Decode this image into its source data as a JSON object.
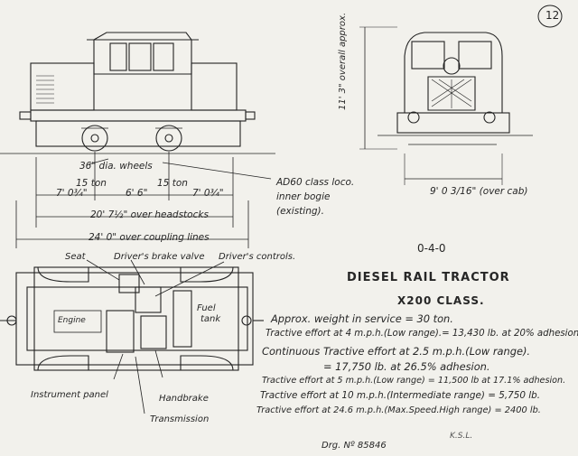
{
  "sheet": {
    "page_number": "12",
    "drawing_number": "Drg. Nº 85846",
    "signature": "K.S.L."
  },
  "side_view": {
    "wheels_label": "36\" dia. wheels",
    "axle_loads": [
      "15 ton",
      "15 ton"
    ],
    "dims": [
      "7' 0¾\"",
      "6' 6\"",
      "7' 0¾\""
    ],
    "over_headstocks": "20' 7½\" over headstocks",
    "over_coupling_lines": "24' 0\" over coupling lines",
    "bogie_note": [
      "AD60 class loco.",
      "inner bogie",
      "(existing)."
    ]
  },
  "end_view": {
    "height": "11' 3\" overall approx.",
    "over_cab": "9' 0 3/16\" (over cab)"
  },
  "plan_view": {
    "labels": {
      "seat": "Seat",
      "brake_valve": "Driver's brake valve",
      "controls": "Driver's controls.",
      "engine": "Engine",
      "fuel_tank": [
        "Fuel",
        "tank"
      ],
      "instrument_panel": "Instrument panel",
      "handbrake": "Handbrake",
      "transmission": "Transmission"
    }
  },
  "description": {
    "wheel_arrangement": "0-4-0",
    "title": "DIESEL RAIL TRACTOR",
    "class": "X200 CLASS.",
    "specs": [
      "Approx. weight in service = 30 ton.",
      "Tractive effort at 4 m.p.h.(Low range).= 13,430 lb. at 20% adhesion.",
      "Continuous Tractive effort at 2.5 m.p.h.(Low range).",
      "= 17,750 lb. at 26.5% adhesion.",
      "Tractive effort at 5 m.p.h.(Low range) = 11,500 lb at 17.1% adhesion.",
      "Tractive effort at 10 m.p.h.(Intermediate range) = 5,750 lb.",
      "Tractive effort at 24.6 m.p.h.(Max.Speed.High range) = 2400 lb."
    ]
  }
}
